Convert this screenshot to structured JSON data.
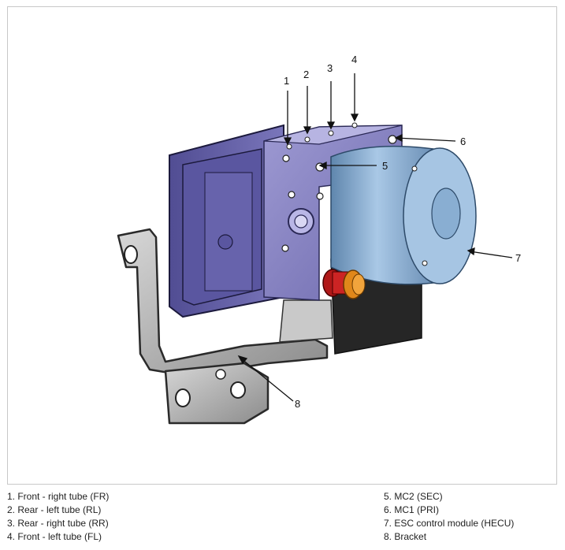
{
  "callouts": [
    {
      "num": "1",
      "label": "Front - right tube (FR)"
    },
    {
      "num": "2",
      "label": "Rear - left tube (RL)"
    },
    {
      "num": "3",
      "label": "Rear - right tube (RR)"
    },
    {
      "num": "4",
      "label": "Front - left tube (FL)"
    },
    {
      "num": "5",
      "label": "MC2 (SEC)"
    },
    {
      "num": "6",
      "label": "MC1 (PRI)"
    },
    {
      "num": "7",
      "label": "ESC control module (HECU)"
    },
    {
      "num": "8",
      "label": "Bracket"
    }
  ],
  "legend": {
    "left": [
      "1. Front - right tube (FR)",
      "2. Rear - left tube (RL)",
      "3. Rear - right tube (RR)",
      "4. Front - left tube (FL)"
    ],
    "right": [
      "5. MC2 (SEC)",
      "6. MC1 (PRI)",
      "7. ESC control module (HECU)",
      "8. Bracket"
    ]
  },
  "colors": {
    "housing": "#8a86c4",
    "ecu": "#6b67b0",
    "motor": "#8fb3d6",
    "bracket": "#bdbdbd",
    "fitting_red": "#b01818",
    "fitting_orange": "#e0871a"
  }
}
